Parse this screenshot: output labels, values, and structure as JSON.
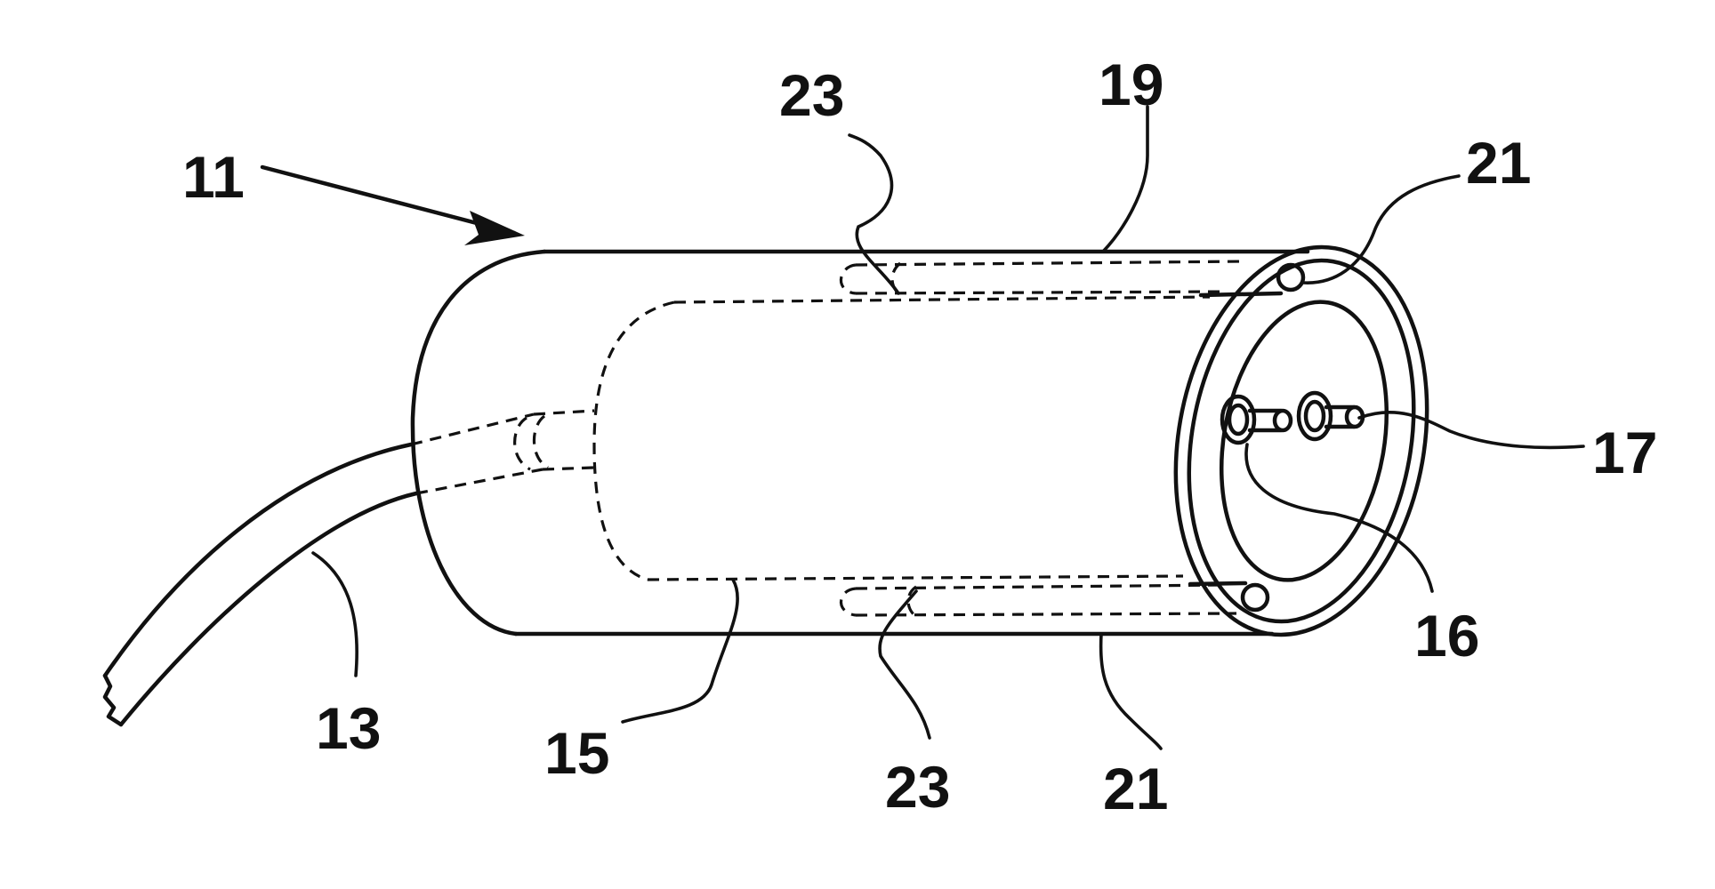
{
  "figure": {
    "labels": {
      "ref_11": "11",
      "ref_13": "13",
      "ref_15": "15",
      "ref_16": "16",
      "ref_17": "17",
      "ref_19": "19",
      "ref_21_top": "21",
      "ref_21_bottom": "21",
      "ref_23_top": "23",
      "ref_23_bottom": "23"
    }
  }
}
